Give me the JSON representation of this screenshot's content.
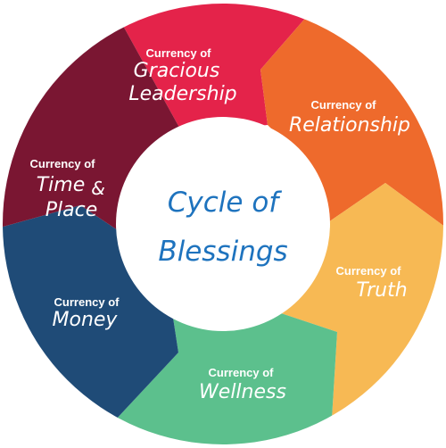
{
  "diagram": {
    "center": {
      "line1": "Cycle of",
      "line2": "Blessings",
      "color": "#1e73be"
    },
    "segments": [
      {
        "prefix": "Currency of",
        "name_line1": "Gracious",
        "name_line2": "Leadership",
        "color": "#e4234a"
      },
      {
        "prefix": "Currency of",
        "name_line1": "Relationship",
        "name_line2": "",
        "color": "#ee6a2c"
      },
      {
        "prefix": "Currency of",
        "name_line1": "Truth",
        "name_line2": "",
        "color": "#f7b954"
      },
      {
        "prefix": "Currency of",
        "name_line1": "Wellness",
        "name_line2": "",
        "color": "#5cc08d"
      },
      {
        "prefix": "Currency of",
        "name_line1": "Money",
        "name_line2": "",
        "color": "#1f4b77"
      },
      {
        "prefix": "Currency of",
        "name_line1": "Time",
        "name_line1_suffix": "&",
        "name_line2": "Place",
        "color": "#7a1632"
      }
    ]
  }
}
